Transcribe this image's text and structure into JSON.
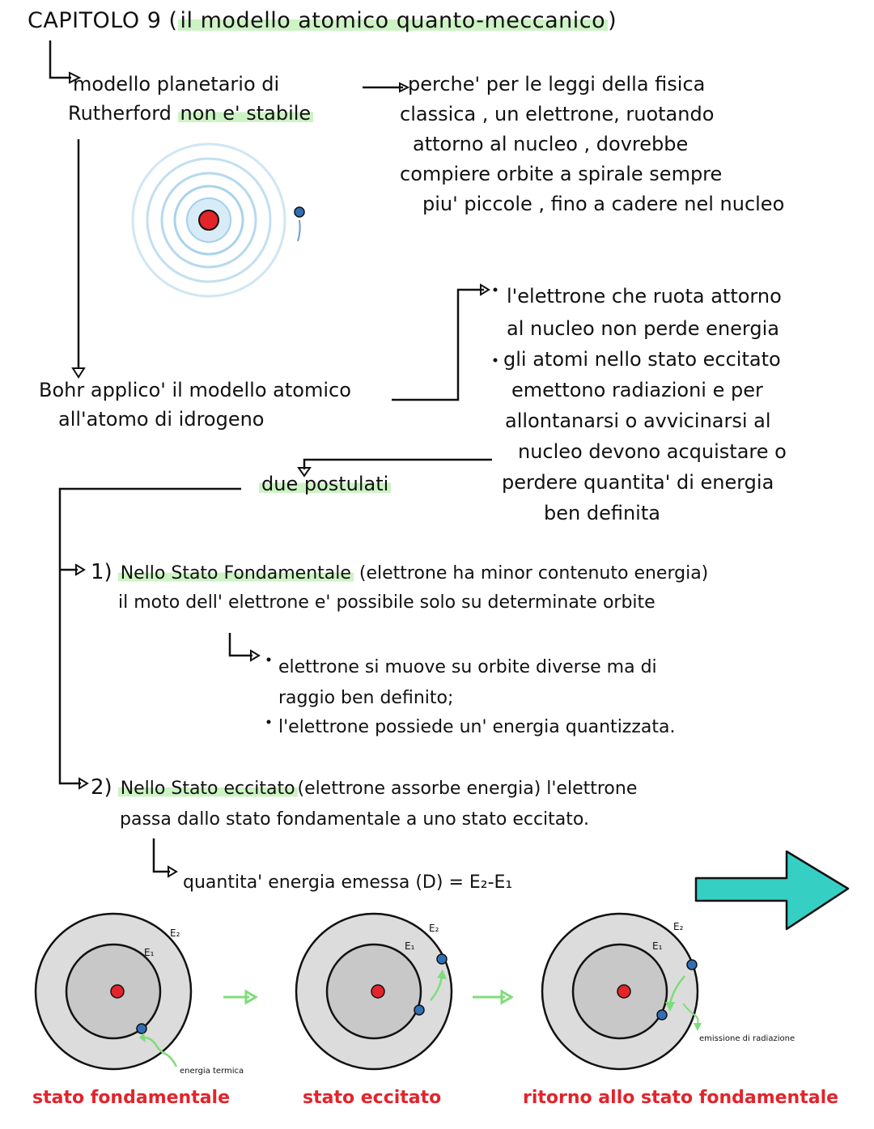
{
  "title": {
    "prefix": "CAPITOLO 9",
    "paren_open": "(",
    "highlighted": "il modello atomico quanto-meccanico",
    "paren_close": ")"
  },
  "rutherford": {
    "line1": "modello planetario di",
    "line2_plain": "Rutherford ",
    "line2_highlight": "non e' stabile",
    "explanation": [
      "perche' per le leggi della fisica",
      "classica , un elettrone, ruotando",
      "attorno al nucleo , dovrebbe",
      "compiere orbite a spirale sempre",
      "piu' piccole , fino a cadere nel nucleo"
    ]
  },
  "bohr": {
    "line1": "Bohr applico' il modello atomico",
    "line2": "all'atomo di idrogeno",
    "notes": [
      "l'elettrone che ruota attorno",
      "al nucleo non perde energia",
      "gli atomi nello stato eccitato",
      "emettono radiazioni   e per",
      "allontanarsi  o avvicinarsi al",
      "nucleo devono acquistare o",
      "perdere quantita' di energia",
      "ben definita"
    ]
  },
  "postulates": {
    "label": "due postulati",
    "p1": {
      "number": "1)",
      "highlight": "Nello Stato Fondamentale",
      "rest": "(elettrone ha minor contenuto energia)",
      "line2": "il moto dell' elettrone  e' possibile solo su determinate  orbite",
      "bullets": [
        "elettrone si muove su orbite diverse ma di",
        "raggio ben definito;",
        "l'elettrone possiede un' energia quantizzata."
      ]
    },
    "p2": {
      "number": "2)",
      "highlight": "Nello Stato eccitato",
      "rest": "(elettrone assorbe energia) l'elettrone",
      "line2": "passa dallo stato fondamentale a uno stato eccitato.",
      "energy": "quantita' energia emessa (D) = E₂-E₁"
    }
  },
  "diagrams": {
    "e2": "E₂",
    "e1": "E₁",
    "energia_termica": "energia termica",
    "emissione": "emissione di radiazione",
    "captions": [
      "stato fondamentale",
      "stato eccitato",
      "ritorno allo stato fondamentale"
    ]
  },
  "colors": {
    "highlight": "#cdf3c4",
    "caption_red": "#e2242b",
    "nucleus": "#e2242b",
    "electron": "#2f6fb6",
    "arrow_green": "#7fdc7a",
    "next_arrow": "#36cfc4"
  }
}
